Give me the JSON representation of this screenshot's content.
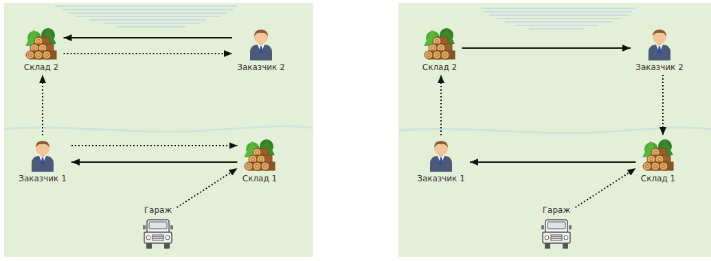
{
  "diagram": {
    "nodes": [
      {
        "text": [
          "Склад 2"
        ]
      },
      {
        "text": [
          "Заказчик 2"
        ]
      },
      {
        "text": [
          "Заказчик 1"
        ]
      },
      {
        "text": [
          "Склад 1"
        ]
      },
      {
        "text": [
          "Гараж"
        ]
      },
      {
        "text": [
          "Склад 2"
        ]
      },
      {
        "text": [
          "Заказчик 2"
        ]
      },
      {
        "text": [
          "Заказчик 1"
        ]
      },
      {
        "text": [
          "Склад 1"
        ]
      },
      {
        "text": [
          "Гараж"
        ]
      }
    ],
    "edges": [
      {
        "from": 1,
        "to": 0,
        "arrow": "to"
      },
      {
        "from": 0,
        "to": 1,
        "arrow": "to"
      },
      {
        "from": 2,
        "to": 0,
        "arrow": "to"
      },
      {
        "from": 2,
        "to": 3,
        "arrow": "to"
      },
      {
        "from": 3,
        "to": 2,
        "arrow": "to"
      },
      {
        "from": 4,
        "to": 3,
        "arrow": "to"
      },
      {
        "from": 5,
        "to": 6,
        "arrow": "to"
      },
      {
        "from": 6,
        "to": 8,
        "arrow": "to"
      },
      {
        "from": 8,
        "to": 7,
        "arrow": "to"
      },
      {
        "from": 7,
        "to": 5,
        "arrow": "to"
      },
      {
        "from": 9,
        "to": 8,
        "arrow": "to"
      }
    ]
  }
}
